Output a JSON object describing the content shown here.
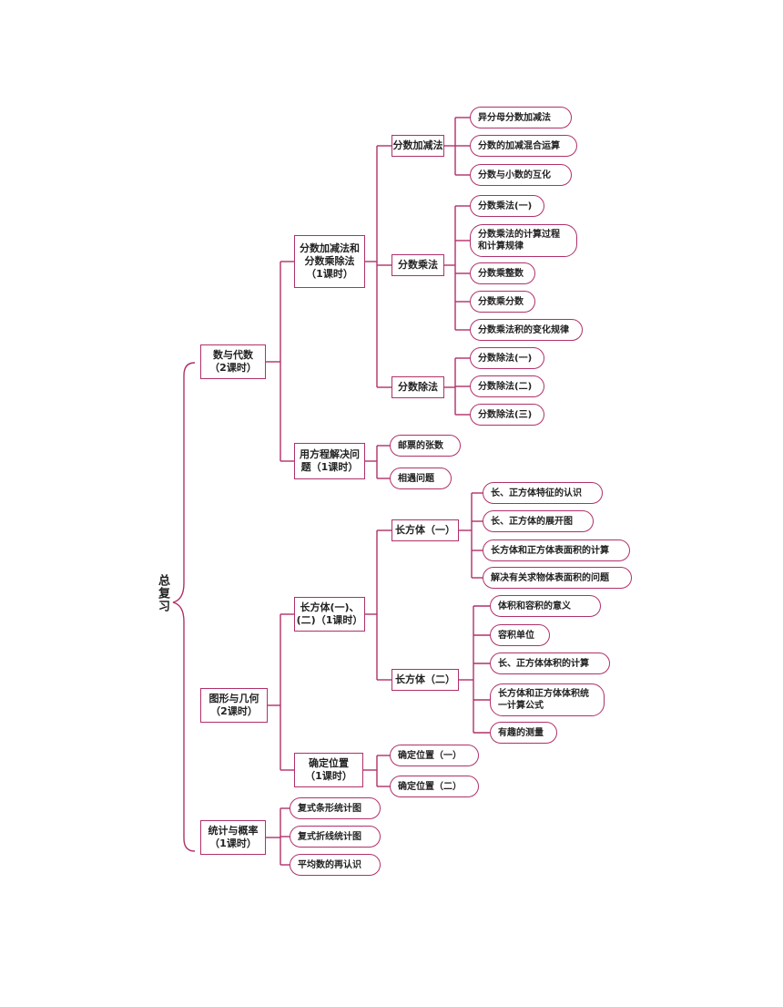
{
  "root": "总复习",
  "l1": {
    "algebra": "数与代数\n（2课时）",
    "geometry": "图形与几何\n（2课时）",
    "stats": "统计与概率\n（1课时）"
  },
  "l2": {
    "frac": "分数加减法和\n分数乘除法\n（1课时）",
    "equation": "用方程解决问\n题（1课时）",
    "cuboid": "长方体(一)、\n(二)（1课时）",
    "position": "确定位置\n（1课时）"
  },
  "l3": {
    "addsub": "分数加减法",
    "mult": "分数乘法",
    "div": "分数除法",
    "cuboid1": "长方体（一）",
    "cuboid2": "长方体（二）"
  },
  "leaves": {
    "addsub": [
      "异分母分数加减法",
      "分数的加减混合运算",
      "分数与小数的互化"
    ],
    "mult": [
      "分数乘法(一)",
      "分数乘法的计算过程\n和计算规律",
      "分数乘整数",
      "分数乘分数",
      "分数乘法积的变化规律"
    ],
    "div": [
      "分数除法(一)",
      "分数除法(二)",
      "分数除法(三)"
    ],
    "equation": [
      "邮票的张数",
      "相遇问题"
    ],
    "cuboid1": [
      "长、正方体特征的认识",
      "长、正方体的展开图",
      "长方体和正方体表面积的计算",
      "解决有关求物体表面积的问题"
    ],
    "cuboid2": [
      "体积和容积的意义",
      "容积单位",
      "长、正方体体积的计算",
      "长方体和正方体体积统\n一计算公式",
      "有趣的测量"
    ],
    "position": [
      "确定位置（一）",
      "确定位置（二）"
    ],
    "stats": [
      "复式条形统计图",
      "复式折线统计图",
      "平均数的再认识"
    ]
  },
  "colors": {
    "line": "#b0306a"
  }
}
